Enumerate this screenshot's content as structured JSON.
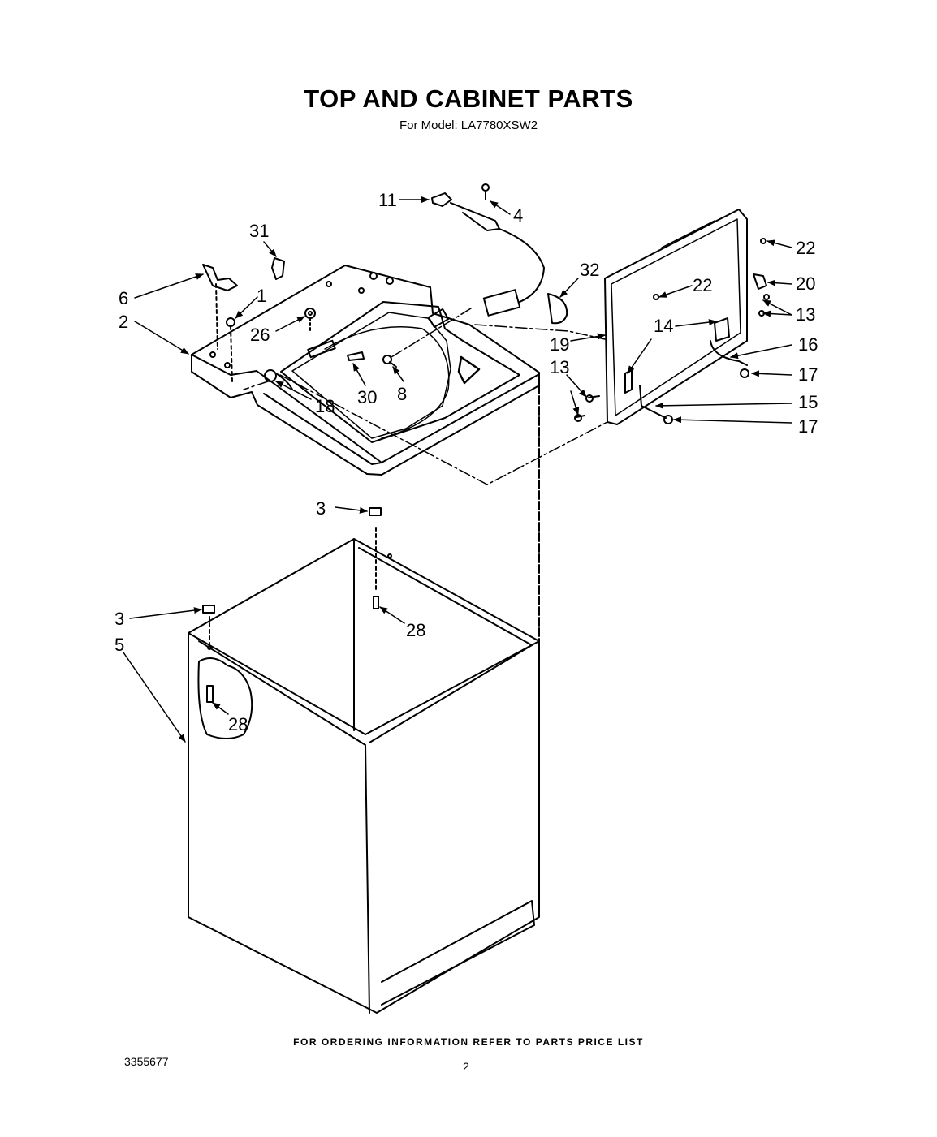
{
  "title": "TOP AND CABINET PARTS",
  "subtitle": "For Model: LA7780XSW2",
  "footer_note": "FOR ORDERING INFORMATION REFER TO PARTS PRICE LIST",
  "doc_number": "3355677",
  "page_number": "2",
  "callouts": {
    "c11": "11",
    "c4": "4",
    "c31": "31",
    "c32": "32",
    "c6": "6",
    "c1": "1",
    "c2": "2",
    "c26": "26",
    "c22a": "22",
    "c22b": "22",
    "c20": "20",
    "c13a": "13",
    "c14": "14",
    "c16": "16",
    "c19": "19",
    "c13b": "13",
    "c17a": "17",
    "c15": "15",
    "c17b": "17",
    "c18": "18",
    "c30": "30",
    "c8": "8",
    "c3a": "3",
    "c28a": "28",
    "c3b": "3",
    "c5": "5",
    "c28b": "28"
  }
}
